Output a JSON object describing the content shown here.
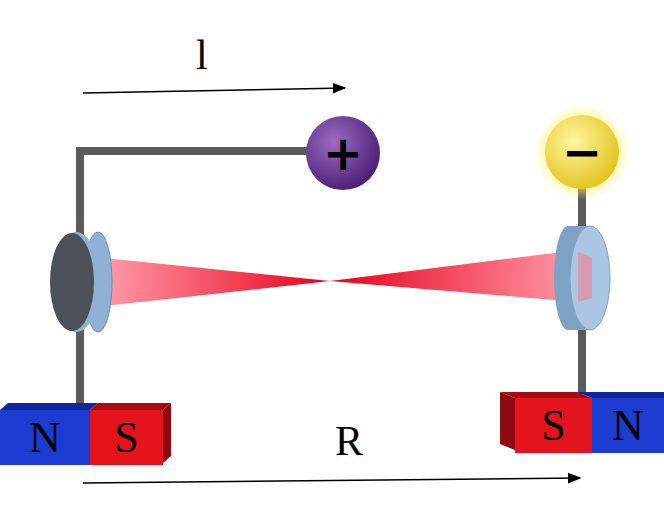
{
  "diagram": {
    "nodes": [
      {
        "text": [
          "+"
        ]
      },
      {
        "text": [
          "−"
        ]
      },
      {
        "text": [
          "N"
        ]
      },
      {
        "text": [
          "S"
        ]
      },
      {
        "text": [
          "S"
        ]
      },
      {
        "text": [
          "N"
        ]
      }
    ],
    "labels": [
      "l",
      "R"
    ]
  }
}
